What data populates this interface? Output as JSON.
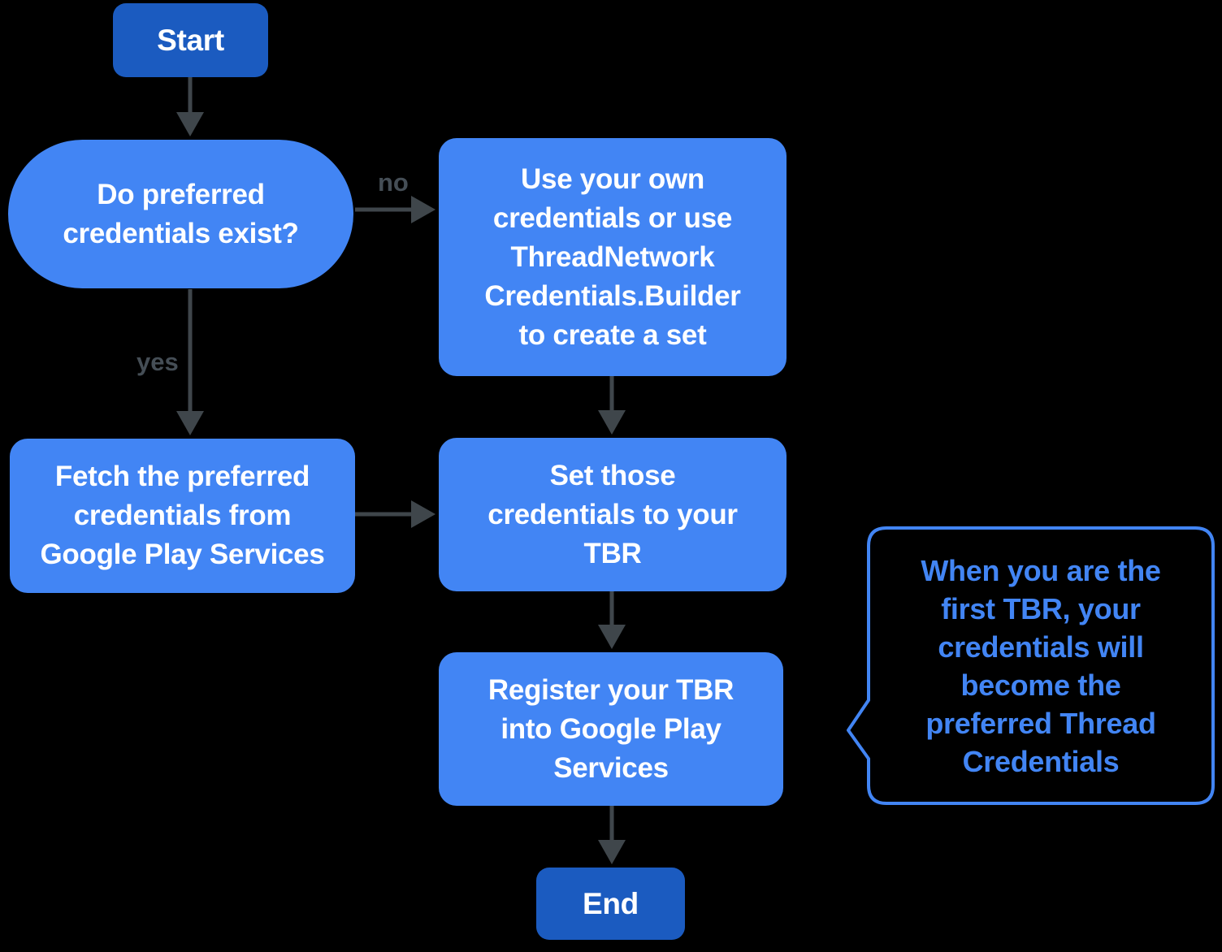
{
  "diagram": {
    "title": "Thread credentials flowchart",
    "colors": {
      "background": "#000000",
      "accent": "#4285f4",
      "terminal": "#1b5bc0",
      "arrow": "#3f464b",
      "edge_label": "#454e56",
      "node_text": "#ffffff"
    },
    "nodes": {
      "start": {
        "label": "Start"
      },
      "decision": {
        "label": "Do preferred\ncredentials exist?"
      },
      "use_own": {
        "label": "Use your own\ncredentials or use\nThreadNetwork\nCredentials.Builder\nto create a set"
      },
      "fetch": {
        "label": "Fetch the preferred\ncredentials from\nGoogle Play Services"
      },
      "set_credentials": {
        "label": "Set those\ncredentials to your\nTBR"
      },
      "register": {
        "label": "Register your TBR\ninto Google Play\nServices"
      },
      "end": {
        "label": "End"
      }
    },
    "edge_labels": {
      "no": "no",
      "yes": "yes"
    },
    "callout": {
      "text": "When you are the\nfirst TBR, your\ncredentials will\nbecome the\npreferred Thread\nCredentials"
    }
  }
}
